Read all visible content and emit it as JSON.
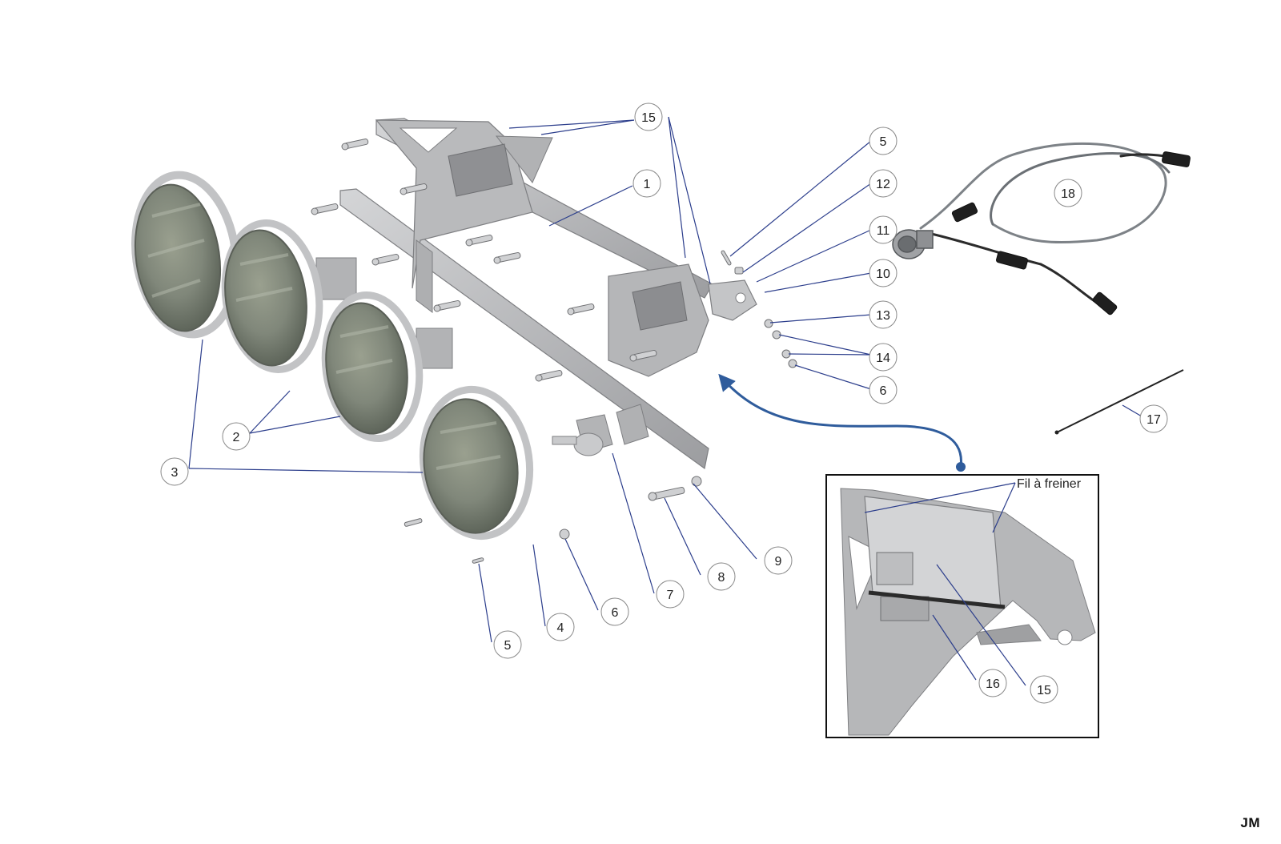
{
  "callouts": [
    {
      "id": "c15-top",
      "label": "15"
    },
    {
      "id": "c1",
      "label": "1"
    },
    {
      "id": "c5-right",
      "label": "5"
    },
    {
      "id": "c12",
      "label": "12"
    },
    {
      "id": "c11",
      "label": "11"
    },
    {
      "id": "c10",
      "label": "10"
    },
    {
      "id": "c13",
      "label": "13"
    },
    {
      "id": "c14",
      "label": "14"
    },
    {
      "id": "c6-right",
      "label": "6"
    },
    {
      "id": "c18",
      "label": "18"
    },
    {
      "id": "c17",
      "label": "17"
    },
    {
      "id": "c2",
      "label": "2"
    },
    {
      "id": "c3",
      "label": "3"
    },
    {
      "id": "c9",
      "label": "9"
    },
    {
      "id": "c8",
      "label": "8"
    },
    {
      "id": "c7",
      "label": "7"
    },
    {
      "id": "c6-bottom",
      "label": "6"
    },
    {
      "id": "c4",
      "label": "4"
    },
    {
      "id": "c5-bottom",
      "label": "5"
    },
    {
      "id": "c16",
      "label": "16"
    },
    {
      "id": "c15-inset",
      "label": "15"
    }
  ],
  "inset": {
    "annotation": "Fil à freiner"
  },
  "corner_mark": "JM",
  "colors": {
    "leader": "#2c3e8c",
    "arrow": "#2f5c9c",
    "frame": "#a9a9ab",
    "lens": "#8c9383",
    "ring": "#c2c3c5",
    "circle_stroke": "#888888"
  }
}
